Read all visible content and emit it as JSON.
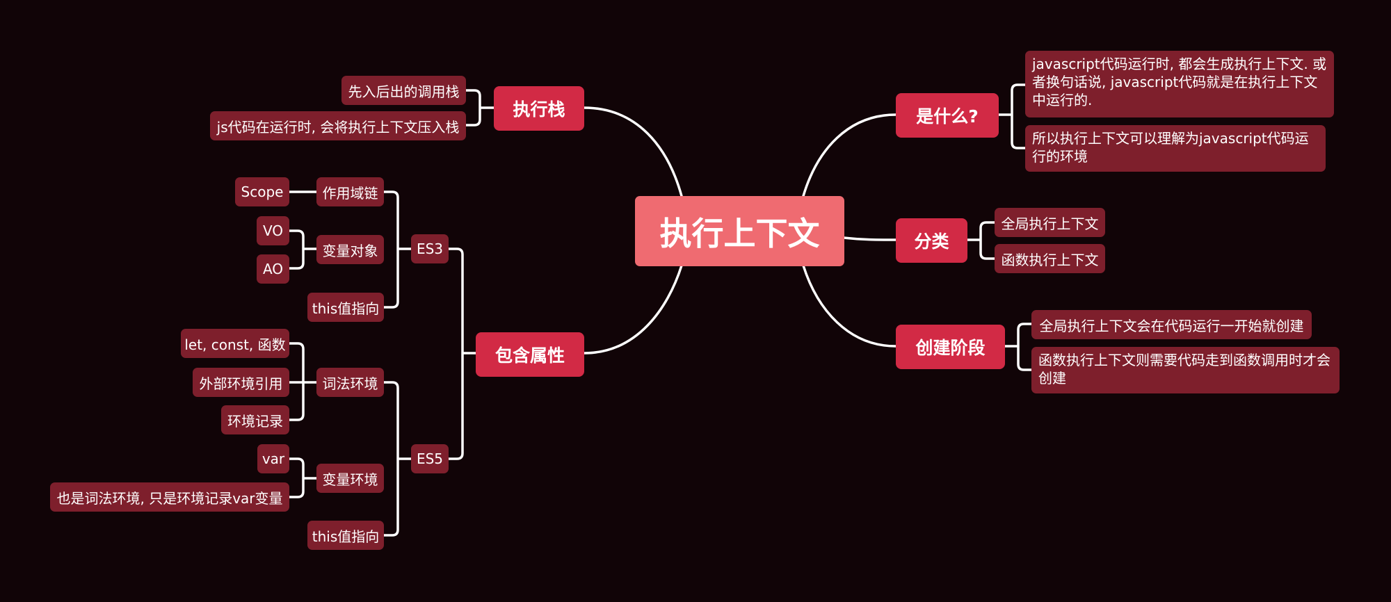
{
  "colors": {
    "background": "#110407",
    "root": "#ef6b71",
    "main": "#d22a45",
    "leaf": "#7e1f2c",
    "line": "#ffffff"
  },
  "mindmap": {
    "root": {
      "label": "执行上下文"
    },
    "stack": {
      "label": "执行栈",
      "items": [
        "先入后出的调用栈",
        "js代码在运行时, 会将执行上下文压入栈"
      ]
    },
    "props": {
      "label": "包含属性",
      "es3": {
        "label": "ES3",
        "scope_chain": {
          "label": "作用域链",
          "child": "Scope"
        },
        "var_obj": {
          "label": "变量对象",
          "children": [
            "VO",
            "AO"
          ]
        },
        "this": {
          "label": "this值指向"
        }
      },
      "es5": {
        "label": "ES5",
        "lex_env": {
          "label": "词法环境",
          "children": [
            "let, const, 函数",
            "外部环境引用",
            "环境记录"
          ]
        },
        "var_env": {
          "label": "变量环境",
          "children": [
            "var",
            "也是词法环境, 只是环境记录var变量"
          ]
        },
        "this": {
          "label": "this值指向"
        }
      }
    },
    "what": {
      "label": "是什么?",
      "items": [
        "javascript代码运行时, 都会生成执行上下文. 或者换句话说, javascript代码就是在执行上下文中运行的.",
        "所以执行上下文可以理解为javascript代码运行的环境"
      ]
    },
    "category": {
      "label": "分类",
      "items": [
        "全局执行上下文",
        "函数执行上下文"
      ]
    },
    "create": {
      "label": "创建阶段",
      "items": [
        "全局执行上下文会在代码运行一开始就创建",
        "函数执行上下文则需要代码走到函数调用时才会创建"
      ]
    }
  }
}
